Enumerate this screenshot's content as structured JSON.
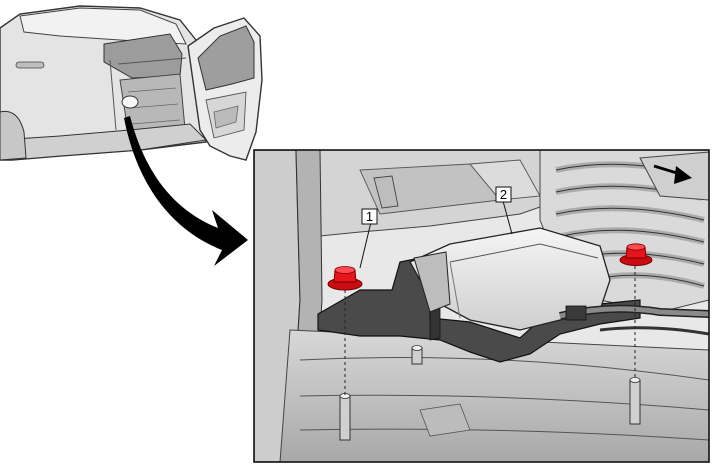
{
  "colors": {
    "background": "#ffffff",
    "line": "#1a1a1a",
    "body_light": "#e6e6e6",
    "body_mid": "#c9c9c9",
    "body_dark": "#7a7a7a",
    "component_dark": "#4a4a4a",
    "fastener_red": "#e8141b"
  },
  "icons": [
    "curved-arrow-icon",
    "direction-arrow-icon"
  ],
  "callouts": [
    {
      "id": "callout-1",
      "label": "1"
    },
    {
      "id": "callout-2",
      "label": "2"
    }
  ]
}
